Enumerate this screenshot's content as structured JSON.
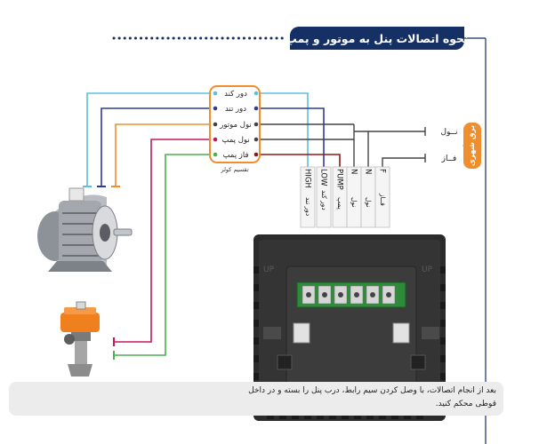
{
  "header": {
    "title": "نحوه اتصالات پنل به موتور و پمپ"
  },
  "controller_terminals": {
    "items": [
      {
        "label": "دور کند",
        "color": "#5bc0e0"
      },
      {
        "label": "دور تند",
        "color": "#2f3b98"
      },
      {
        "label": "نول موتور",
        "color": "#444444"
      },
      {
        "label": "نول پمپ",
        "color": "#c2185b"
      },
      {
        "label": "فاز پمپ",
        "color": "#4caf50"
      }
    ],
    "caption": "تقسیم کولر"
  },
  "panel_terminals": [
    {
      "code": "HIGH",
      "desc": "دور تند"
    },
    {
      "code": "LOW",
      "desc": "دور کند"
    },
    {
      "code": "PUMP",
      "desc": "پمپ"
    },
    {
      "code": "N",
      "desc": "نول"
    },
    {
      "code": "N",
      "desc": "نول"
    },
    {
      "code": "F",
      "desc": "فــاز"
    }
  ],
  "city_power": {
    "badge": "برق شهری",
    "neutral": "نــول",
    "phase": "فــاز"
  },
  "note": "بعد از انجام اتصالات، با وصل کردن سیم رابط، درب پنل را  بسته و در داخل قوطی محکم کنید.",
  "colors": {
    "accent_orange": "#f08d2c",
    "title_navy": "#143064",
    "panel_body": "#2b2b2b"
  }
}
